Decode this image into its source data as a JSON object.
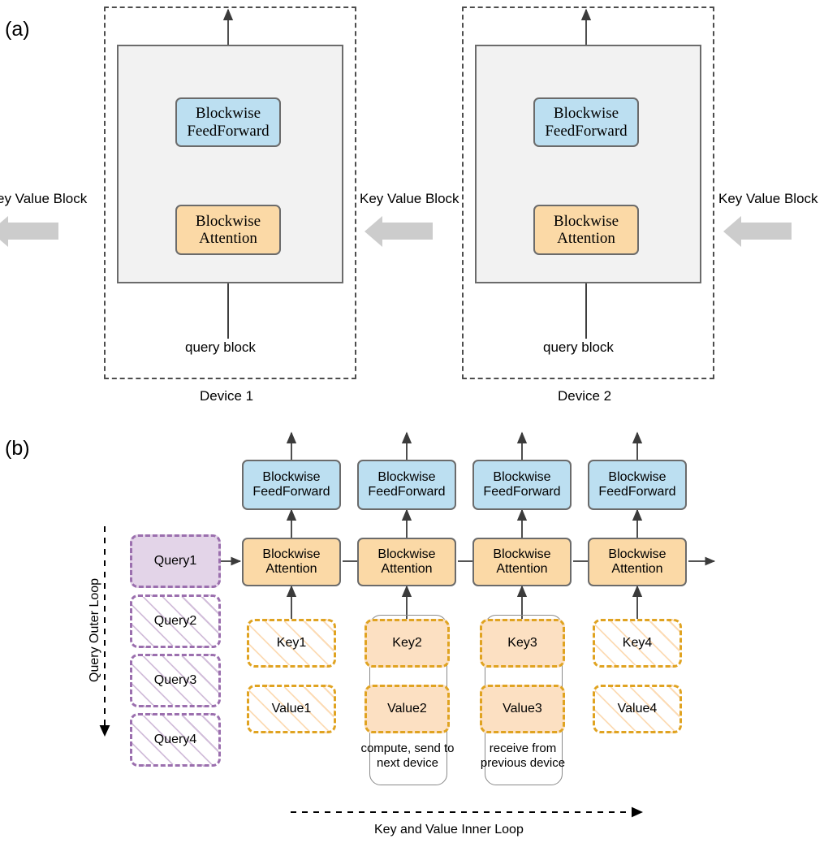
{
  "figure": {
    "panels": [
      {
        "id": "a",
        "label": "(a)"
      },
      {
        "id": "b",
        "label": "(b)"
      }
    ]
  },
  "panel_a": {
    "letter": "(a)",
    "devices": [
      {
        "name": "Device 1",
        "feedforward_label": "Blockwise FeedForward",
        "feedforward_line1": "Blockwise",
        "feedforward_line2": "FeedForward",
        "attention_line1": "Blockwise",
        "attention_line2": "Attention",
        "input_label": "query block",
        "residual_symbol": "⊕"
      },
      {
        "name": "Device 2",
        "feedforward_line1": "Blockwise",
        "feedforward_line2": "FeedForward",
        "attention_line1": "Blockwise",
        "attention_line2": "Attention",
        "input_label": "query block",
        "residual_symbol": "⊕"
      }
    ],
    "kv_arrows": [
      {
        "label": "ey Value Block",
        "full_label": "Key Value Block",
        "clipped": true
      },
      {
        "label": "Key Value Block",
        "clipped": false
      },
      {
        "label": "Key Value Block",
        "clipped": false
      }
    ]
  },
  "panel_b": {
    "letter": "(b)",
    "outer_loop_label": "Query Outer Loop",
    "inner_loop_label": "Key and Value Inner Loop",
    "queries": [
      {
        "label": "Query1",
        "state": "active"
      },
      {
        "label": "Query2",
        "state": "inactive"
      },
      {
        "label": "Query3",
        "state": "inactive"
      },
      {
        "label": "Query4",
        "state": "inactive"
      }
    ],
    "columns": [
      {
        "feedforward_line1": "Blockwise",
        "feedforward_line2": "FeedForward",
        "attention_line1": "Blockwise",
        "attention_line2": "Attention",
        "key": "Key1",
        "value": "Value1",
        "kv_state": "inactive",
        "caption_line1": "",
        "caption_line2": "",
        "grouped": false
      },
      {
        "feedforward_line1": "Blockwise",
        "feedforward_line2": "FeedForward",
        "attention_line1": "Blockwise",
        "attention_line2": "Attention",
        "key": "Key2",
        "value": "Value2",
        "kv_state": "active",
        "caption_line1": "compute, send to",
        "caption_line2": "next device",
        "grouped": true
      },
      {
        "feedforward_line1": "Blockwise",
        "feedforward_line2": "FeedForward",
        "attention_line1": "Blockwise",
        "attention_line2": "Attention",
        "key": "Key3",
        "value": "Value3",
        "kv_state": "active",
        "caption_line1": "receive from",
        "caption_line2": "previous device",
        "grouped": true
      },
      {
        "feedforward_line1": "Blockwise",
        "feedforward_line2": "FeedForward",
        "attention_line1": "Blockwise",
        "attention_line2": "Attention",
        "key": "Key4",
        "value": "Value4",
        "kv_state": "inactive",
        "caption_line1": "",
        "caption_line2": "",
        "grouped": false
      }
    ]
  },
  "colors": {
    "feedforward_fill": "#bcdff1",
    "attention_fill": "#fbd9a6",
    "query_active_fill": "#e3d4e8",
    "query_border": "#9b6fae",
    "kv_active_fill": "#fce0c2",
    "kv_border": "#e0a321",
    "device_border": "#4d4d4d",
    "gray_panel_fill": "#f2f2f2",
    "box_border": "#6b6b6b",
    "kv_arrow": "#cccccc",
    "line": "#444444"
  }
}
